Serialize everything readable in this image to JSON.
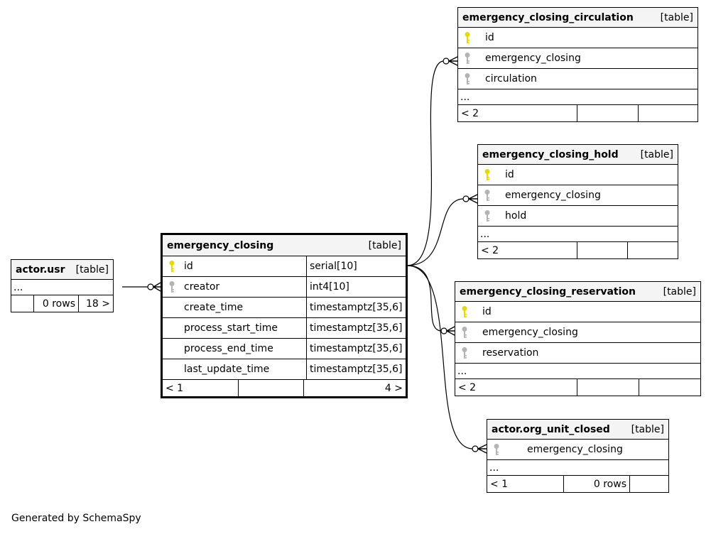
{
  "footer_text": "Generated by SchemaSpy",
  "colors": {
    "primary_key": "#e8d800",
    "foreign_key": "#b4b4b4",
    "header_bg": "#f4f4f4",
    "line": "#000000"
  },
  "tables": {
    "actor_usr": {
      "name": "actor.usr",
      "kind": "[table]",
      "dots": "...",
      "footer": [
        "",
        "0 rows",
        "18 >"
      ]
    },
    "emergency_closing": {
      "name": "emergency_closing",
      "kind": "[table]",
      "columns": [
        {
          "name": "id",
          "type": "serial[10]",
          "key": "primary-key-icon"
        },
        {
          "name": "creator",
          "type": "int4[10]",
          "key": "foreign-key-icon"
        },
        {
          "name": "create_time",
          "type": "timestamptz[35,6]",
          "key": ""
        },
        {
          "name": "process_start_time",
          "type": "timestamptz[35,6]",
          "key": ""
        },
        {
          "name": "process_end_time",
          "type": "timestamptz[35,6]",
          "key": ""
        },
        {
          "name": "last_update_time",
          "type": "timestamptz[35,6]",
          "key": ""
        }
      ],
      "footer": [
        "< 1",
        "",
        "4 >"
      ]
    },
    "emergency_closing_circulation": {
      "name": "emergency_closing_circulation",
      "kind": "[table]",
      "columns": [
        {
          "name": "id",
          "key": "primary-key-icon"
        },
        {
          "name": "emergency_closing",
          "key": "foreign-key-icon"
        },
        {
          "name": "circulation",
          "key": "foreign-key-icon"
        }
      ],
      "dots": "...",
      "footer": [
        "< 2",
        "",
        ""
      ]
    },
    "emergency_closing_hold": {
      "name": "emergency_closing_hold",
      "kind": "[table]",
      "columns": [
        {
          "name": "id",
          "key": "primary-key-icon"
        },
        {
          "name": "emergency_closing",
          "key": "foreign-key-icon"
        },
        {
          "name": "hold",
          "key": "foreign-key-icon"
        }
      ],
      "dots": "...",
      "footer": [
        "< 2",
        "",
        ""
      ]
    },
    "emergency_closing_reservation": {
      "name": "emergency_closing_reservation",
      "kind": "[table]",
      "columns": [
        {
          "name": "id",
          "key": "primary-key-icon"
        },
        {
          "name": "emergency_closing",
          "key": "foreign-key-icon"
        },
        {
          "name": "reservation",
          "key": "foreign-key-icon"
        }
      ],
      "dots": "...",
      "footer": [
        "< 2",
        "",
        ""
      ]
    },
    "actor_org_unit_closed": {
      "name": "actor.org_unit_closed",
      "kind": "[table]",
      "columns": [
        {
          "name": "emergency_closing",
          "key": "foreign-key-icon"
        }
      ],
      "dots": "...",
      "footer": [
        "< 1",
        "0 rows",
        ""
      ]
    }
  }
}
